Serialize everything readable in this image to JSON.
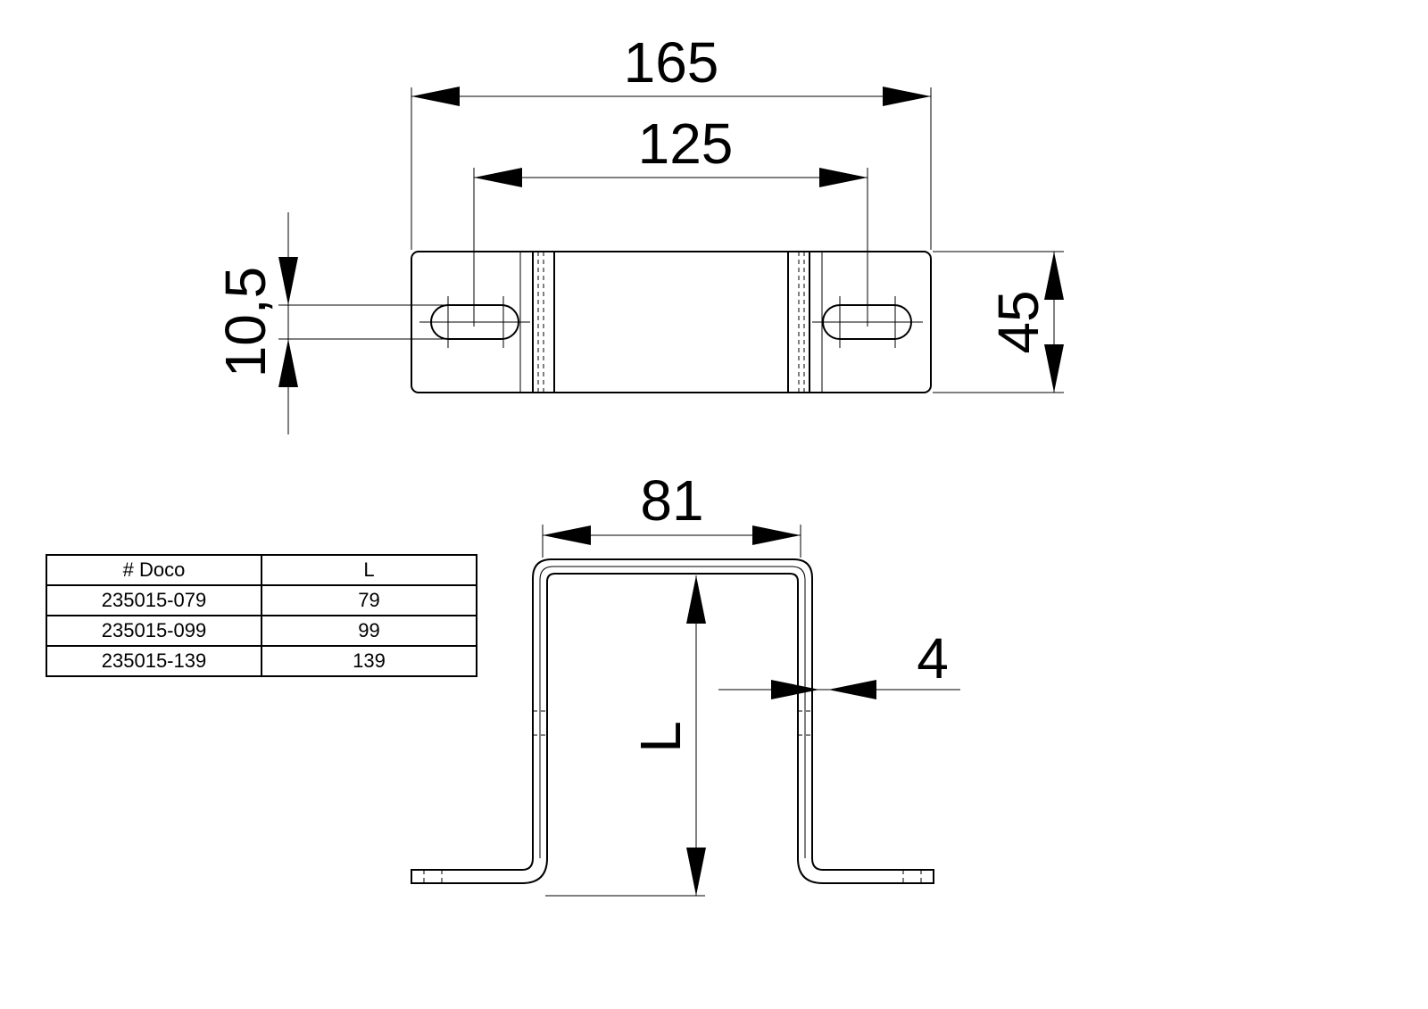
{
  "dimensions": {
    "overall_length": "165",
    "hole_spacing": "125",
    "slot_width": "10,5",
    "plate_width": "45",
    "inner_width": "81",
    "thickness": "4",
    "height": "L"
  },
  "table": {
    "headers": [
      "# Doco",
      "L"
    ],
    "rows": [
      [
        "235015-079",
        "79"
      ],
      [
        "235015-099",
        "99"
      ],
      [
        "235015-139",
        "139"
      ]
    ]
  }
}
